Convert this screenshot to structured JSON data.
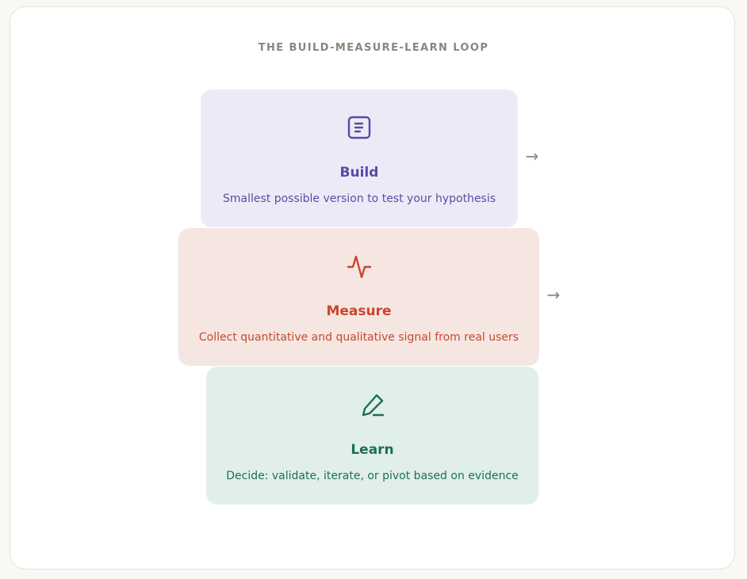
{
  "title": "THE BUILD-MEASURE-LEARN LOOP",
  "steps": [
    {
      "label": "Build",
      "description": "Smallest possible version to test your hypothesis",
      "icon": "document-icon",
      "color": "#5b49a3",
      "background": "#edeaf8"
    },
    {
      "label": "Measure",
      "description": "Collect quantitative and qualitative signal from real users",
      "icon": "pulse-icon",
      "color": "#c9462c",
      "background": "#f5e6e2"
    },
    {
      "label": "Learn",
      "description": "Decide: validate, iterate, or pivot based on evidence",
      "icon": "pencil-icon",
      "color": "#1e6e56",
      "background": "#e0efea"
    }
  ],
  "connectors": [
    "→",
    "→"
  ]
}
